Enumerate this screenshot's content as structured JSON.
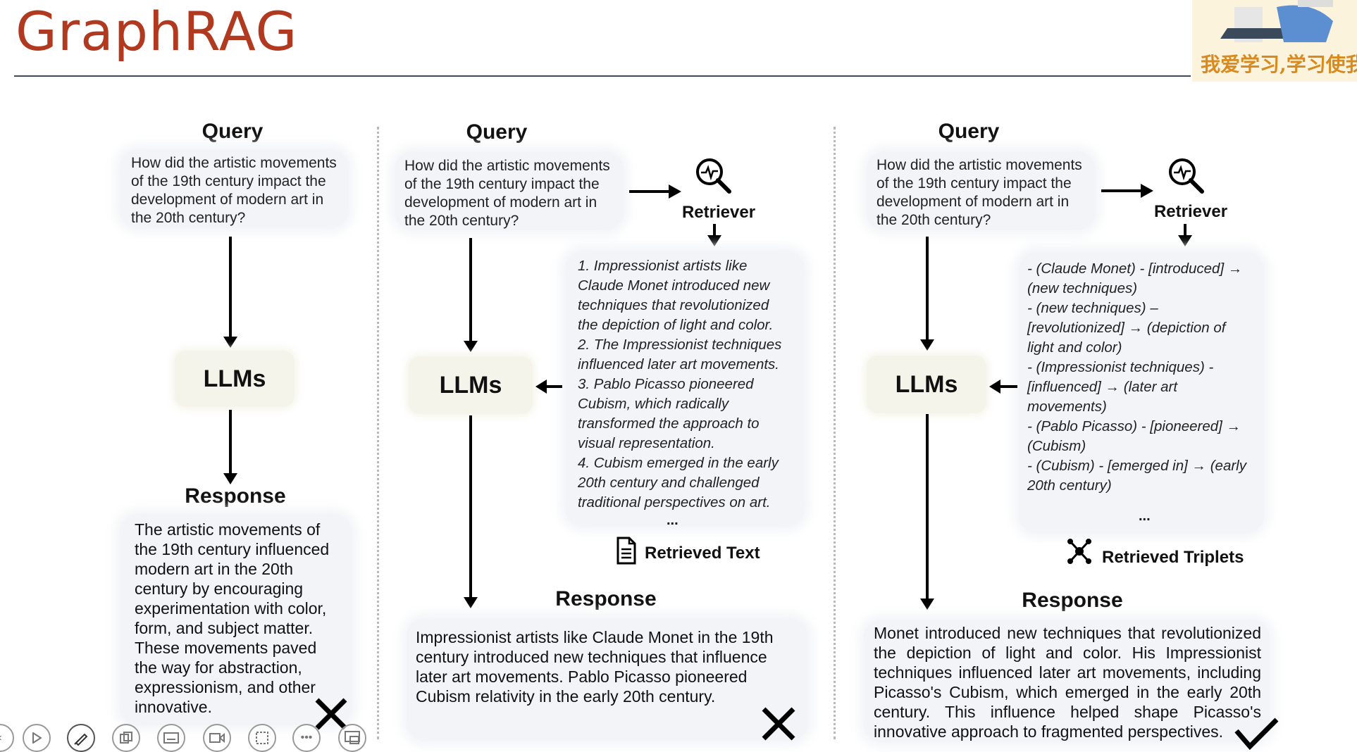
{
  "title": "GraphRAG",
  "panels": [
    {
      "query_header": "Query",
      "query_lines": [
        "How did the artistic movements",
        "of the 19th century impact the",
        "development of modern art in",
        "the 20th century?"
      ],
      "llm_label": "LLMs",
      "response_header": "Response",
      "response_lines": [
        "The artistic movements of",
        "the 19th century influenced",
        "modern art in the 20th",
        "century by encouraging",
        "experimentation with color,",
        "form, and subject matter.",
        "These movements paved",
        "the way for abstraction,",
        "expressionism, and other",
        "innovative."
      ],
      "verdict": "wrong"
    },
    {
      "query_header": "Query",
      "query_lines": [
        "How did the artistic movements",
        "of the 19th century impact the",
        "development of modern art in",
        "the 20th century?"
      ],
      "retriever_label": "Retriever",
      "retrieved_lines": [
        "1. Impressionist artists like",
        "Claude Monet introduced new",
        "techniques that revolutionized",
        "the depiction of light and color.",
        "2. The Impressionist techniques",
        "influenced later art movements.",
        "3. Pablo Picasso pioneered",
        "Cubism, which radically",
        "transformed the approach to",
        "visual representation.",
        "4. Cubism emerged in the early",
        "20th century and challenged",
        "traditional perspectives on art."
      ],
      "ellipsis": "...",
      "retrieved_label": "Retrieved Text",
      "llm_label": "LLMs",
      "response_header": "Response",
      "response_lines": [
        "Impressionist artists like Claude Monet in the 19th",
        "century introduced new techniques that influence",
        "later art movements. Pablo Picasso pioneered",
        "Cubism relativity in the early 20th century."
      ],
      "verdict": "wrong"
    },
    {
      "query_header": "Query",
      "query_lines": [
        "How did the artistic movements",
        "of the 19th century impact the",
        "development of modern art in",
        "the 20th century?"
      ],
      "retriever_label": "Retriever",
      "retrieved_lines": [
        "- (Claude Monet) - [introduced] →",
        "(new techniques)",
        "- (new techniques) –",
        "[revolutionized] → (depiction of",
        "light and color)",
        "- (Impressionist techniques) -",
        "[influenced] → (later art",
        "movements)",
        "- (Pablo Picasso) - [pioneered] →",
        "(Cubism)",
        "- (Cubism) - [emerged in] → (early",
        "20th century)"
      ],
      "ellipsis": "...",
      "retrieved_label": "Retrieved Triplets",
      "llm_label": "LLMs",
      "response_header": "Response",
      "response_lines": [
        "Monet introduced new techniques that revolutionized",
        "the depiction of light and color. His Impressionist",
        "techniques influenced later art movements, including",
        "Picasso's Cubism, which emerged in the early 20th",
        "century. This influence helped shape Picasso's",
        "innovative approach to fragmented perspectives."
      ],
      "verdict": "correct"
    }
  ],
  "logo_text": "我爱学习,学习使我快",
  "toolbar_icons": [
    "back-icon",
    "play-icon",
    "pen-icon",
    "copy-icon",
    "subtitle-icon",
    "camera-icon",
    "edit-icon",
    "more-icon",
    "screen-icon"
  ]
}
